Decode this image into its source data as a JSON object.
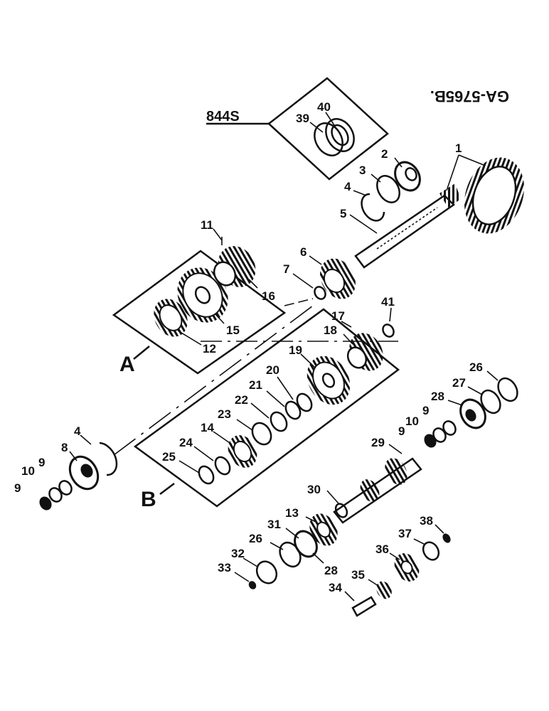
{
  "drawing": {
    "code": "GA-5765B.",
    "model": "844S",
    "group_a": "A",
    "group_b": "B"
  },
  "callouts": {
    "c1": "1",
    "c2": "2",
    "c3": "3",
    "c4a": "4",
    "c4b": "4",
    "c5": "5",
    "c6": "6",
    "c7": "7",
    "c8": "8",
    "c9a": "9",
    "c9b": "9",
    "c9c": "9",
    "c9d": "9",
    "c10a": "10",
    "c10b": "10",
    "c11": "11",
    "c12": "12",
    "c13": "13",
    "c14": "14",
    "c15": "15",
    "c16": "16",
    "c17": "17",
    "c18": "18",
    "c19": "19",
    "c20": "20",
    "c21": "21",
    "c22": "22",
    "c23": "23",
    "c24": "24",
    "c25": "25",
    "c26a": "26",
    "c26b": "26",
    "c27": "27",
    "c28a": "28",
    "c28b": "28",
    "c29": "29",
    "c30": "30",
    "c31": "31",
    "c32": "32",
    "c33": "33",
    "c34": "34",
    "c35": "35",
    "c36": "36",
    "c37": "37",
    "c38": "38",
    "c39": "39",
    "c40": "40",
    "c41": "41"
  }
}
